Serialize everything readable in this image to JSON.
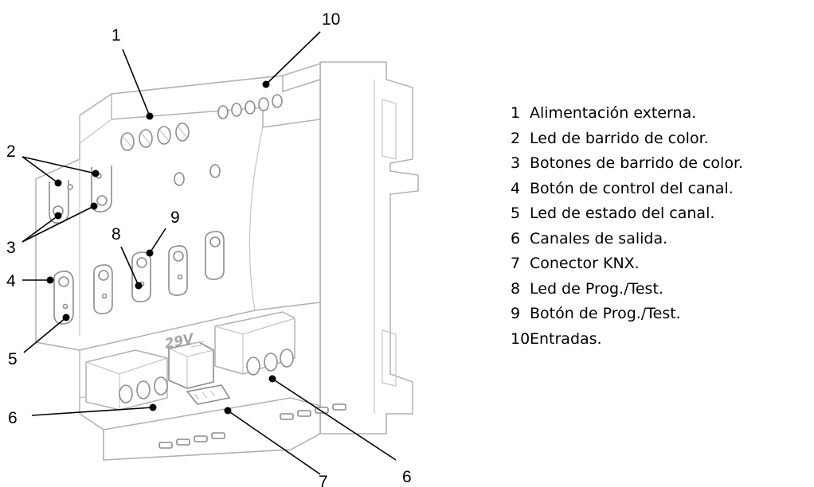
{
  "legend": {
    "items": [
      {
        "number": "1",
        "text": "Alimentación externa."
      },
      {
        "number": "2",
        "text": "Led de barrido de color."
      },
      {
        "number": "3",
        "text": "Botones de barrido de color."
      },
      {
        "number": "4",
        "text": "Botón de control del canal."
      },
      {
        "number": "5",
        "text": "Led de estado del canal."
      },
      {
        "number": "6",
        "text": "Canales de salida."
      },
      {
        "number": "7",
        "text": "Conector KNX."
      },
      {
        "number": "8",
        "text": "Led de Prog./Test."
      },
      {
        "number": "9",
        "text": "Botón de Prog./Test."
      },
      {
        "number": "10",
        "text": "Entradas."
      }
    ]
  },
  "diagram": {
    "voltage_label": "29V",
    "callouts": {
      "c1": "1",
      "c2": "2",
      "c3": "3",
      "c4": "4",
      "c5": "5",
      "c6_left": "6",
      "c6_right": "6",
      "c7": "7",
      "c8": "8",
      "c9": "9",
      "c10": "10"
    },
    "colors": {
      "device_outline": "#b0b0b0",
      "leader_lines": "#000000",
      "label_text": "#000000"
    }
  }
}
